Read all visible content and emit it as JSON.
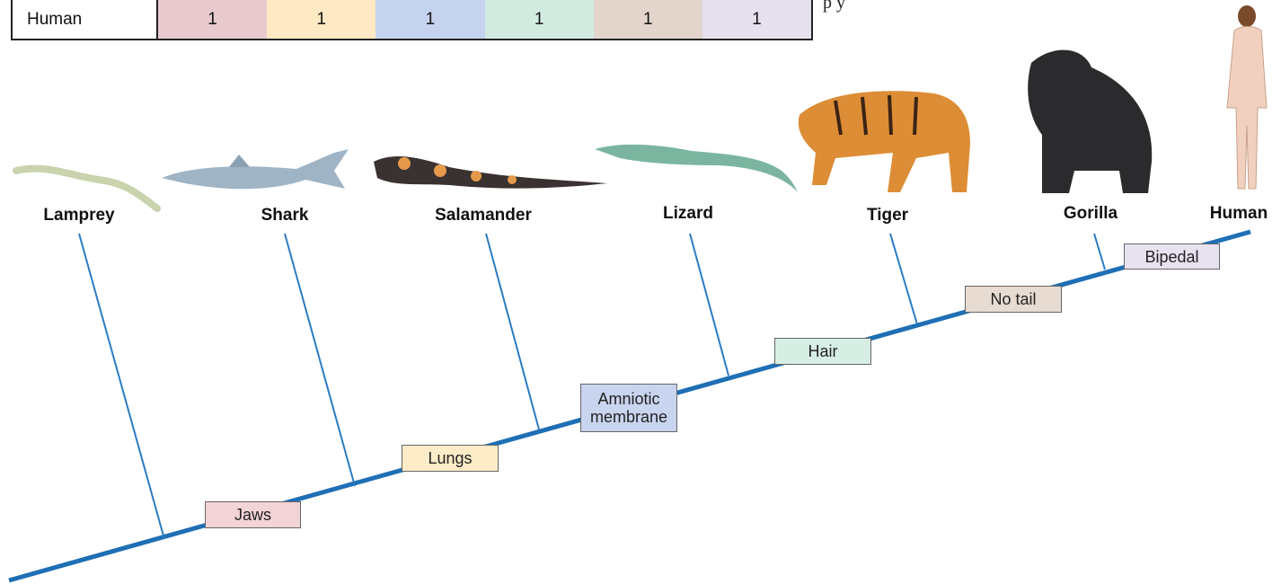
{
  "table": {
    "row_label": "Human",
    "values": [
      "1",
      "1",
      "1",
      "1",
      "1",
      "1"
    ],
    "colors": [
      "#e8c9cd",
      "#fde9c4",
      "#c6d3ee",
      "#d2ebe0",
      "#e3d5cb",
      "#e6e0ef"
    ]
  },
  "cut_text": "p       y",
  "taxa": [
    "Lamprey",
    "Shark",
    "Salamander",
    "Lizard",
    "Tiger",
    "Gorilla",
    "Human"
  ],
  "traits": [
    {
      "label": "Jaws",
      "color": "#f2d3d6"
    },
    {
      "label": "Lungs",
      "color": "#fdecc8"
    },
    {
      "label": "Amniotic membrane",
      "color": "#c9d4ef"
    },
    {
      "label": "Hair",
      "color": "#d7eee4"
    },
    {
      "label": "No tail",
      "color": "#e8dbd1"
    },
    {
      "label": "Bipedal",
      "color": "#e7e1f0"
    }
  ],
  "colors": {
    "trunk": "#1f6fb5",
    "branch": "#2a7cc1"
  }
}
